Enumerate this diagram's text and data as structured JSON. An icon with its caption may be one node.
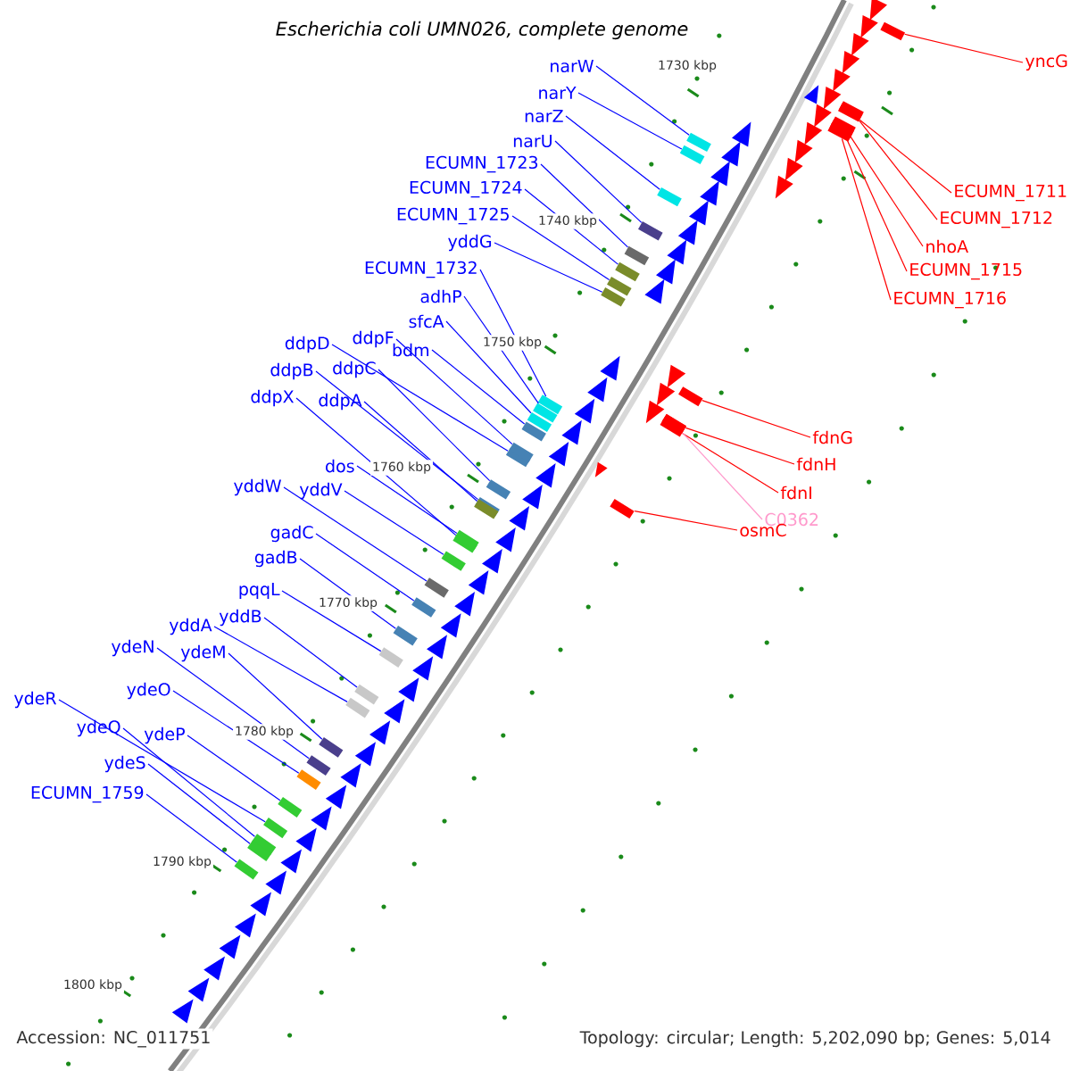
{
  "diagram": {
    "title": "Escherichia coli UMN026, complete genome",
    "nodes": [
      {
        "text": [
          "narW"
        ]
      },
      {
        "text": [
          "narY"
        ]
      },
      {
        "text": [
          "narZ"
        ]
      },
      {
        "text": [
          "narU"
        ]
      },
      {
        "text": [
          "ECUMN_1723"
        ]
      },
      {
        "text": [
          "ECUMN_1724"
        ]
      },
      {
        "text": [
          "ECUMN_1725"
        ]
      },
      {
        "text": [
          "yddG"
        ]
      },
      {
        "text": [
          "ECUMN_1732"
        ]
      },
      {
        "text": [
          "adhP"
        ]
      },
      {
        "text": [
          "sfcA"
        ]
      },
      {
        "text": [
          "bdm"
        ]
      },
      {
        "text": [
          "ddpD"
        ]
      },
      {
        "text": [
          "ddpF"
        ]
      },
      {
        "text": [
          "ddpB"
        ]
      },
      {
        "text": [
          "ddpC"
        ]
      },
      {
        "text": [
          "ddpX"
        ]
      },
      {
        "text": [
          "ddpA"
        ]
      },
      {
        "text": [
          "dos"
        ]
      },
      {
        "text": [
          "yddW"
        ]
      },
      {
        "text": [
          "yddV"
        ]
      },
      {
        "text": [
          "gadC"
        ]
      },
      {
        "text": [
          "gadB"
        ]
      },
      {
        "text": [
          "pqqL"
        ]
      },
      {
        "text": [
          "yddA"
        ]
      },
      {
        "text": [
          "yddB"
        ]
      },
      {
        "text": [
          "ydeN"
        ]
      },
      {
        "text": [
          "ydeM"
        ]
      },
      {
        "text": [
          "ydeO"
        ]
      },
      {
        "text": [
          "ydeR"
        ]
      },
      {
        "text": [
          "ydeQ"
        ]
      },
      {
        "text": [
          "ydeP"
        ]
      },
      {
        "text": [
          "ydeS"
        ]
      },
      {
        "text": [
          "ECUMN_1759"
        ]
      },
      {
        "text": [
          "yncG"
        ]
      },
      {
        "text": [
          "ECUMN_1711"
        ]
      },
      {
        "text": [
          "ECUMN_1712"
        ]
      },
      {
        "text": [
          "nhoA"
        ]
      },
      {
        "text": [
          "ECUMN_1715"
        ]
      },
      {
        "text": [
          "ECUMN_1716"
        ]
      },
      {
        "text": [
          "fdnG"
        ]
      },
      {
        "text": [
          "fdnH"
        ]
      },
      {
        "text": [
          "fdnI"
        ]
      },
      {
        "text": [
          "C0362"
        ]
      },
      {
        "text": [
          "osmC"
        ]
      },
      {
        "text": [],
        "shape": "box"
      },
      {
        "text": [],
        "shape": "box"
      },
      {
        "text": [],
        "shape": "box"
      },
      {
        "text": [],
        "shape": "box"
      },
      {
        "text": [],
        "shape": "box"
      },
      {
        "text": [],
        "shape": "box"
      },
      {
        "text": [],
        "shape": "box"
      },
      {
        "text": [],
        "shape": "box"
      },
      {
        "text": [],
        "shape": "box"
      },
      {
        "text": [],
        "shape": "box"
      },
      {
        "text": [],
        "shape": "box"
      },
      {
        "text": [],
        "shape": "box"
      },
      {
        "text": [],
        "shape": "box"
      },
      {
        "text": [],
        "shape": "box"
      },
      {
        "text": [],
        "shape": "box"
      },
      {
        "text": [],
        "shape": "box"
      },
      {
        "text": [],
        "shape": "box"
      },
      {
        "text": [],
        "shape": "box"
      },
      {
        "text": [],
        "shape": "box"
      },
      {
        "text": [],
        "shape": "box"
      },
      {
        "text": [],
        "shape": "box"
      },
      {
        "text": [],
        "shape": "box"
      },
      {
        "text": [],
        "shape": "box"
      },
      {
        "text": [],
        "shape": "box"
      },
      {
        "text": [],
        "shape": "box"
      },
      {
        "text": [],
        "shape": "box"
      },
      {
        "text": [],
        "shape": "box"
      },
      {
        "text": [],
        "shape": "box"
      },
      {
        "text": [],
        "shape": "box"
      },
      {
        "text": [],
        "shape": "box"
      },
      {
        "text": [],
        "shape": "box"
      },
      {
        "text": [],
        "shape": "box"
      },
      {
        "text": [],
        "shape": "box"
      },
      {
        "text": [],
        "shape": "box"
      },
      {
        "text": [],
        "shape": "box"
      },
      {
        "text": [],
        "shape": "box"
      },
      {
        "text": [],
        "shape": "box"
      },
      {
        "text": [],
        "shape": "box"
      },
      {
        "text": [],
        "shape": "box"
      },
      {
        "text": [],
        "shape": "box"
      },
      {
        "text": [],
        "shape": "box"
      },
      {
        "text": [],
        "shape": "box"
      },
      {
        "text": [],
        "shape": "box"
      },
      {
        "text": [],
        "shape": "box"
      },
      {
        "text": [],
        "shape": "box"
      }
    ],
    "edges": [
      {
        "from": 0,
        "to": 45,
        "arrow": "none"
      },
      {
        "from": 1,
        "to": 46,
        "arrow": "none"
      },
      {
        "from": 2,
        "to": 47,
        "arrow": "none"
      },
      {
        "from": 3,
        "to": 48,
        "arrow": "none"
      },
      {
        "from": 4,
        "to": 49,
        "arrow": "none"
      },
      {
        "from": 5,
        "to": 50,
        "arrow": "none"
      },
      {
        "from": 6,
        "to": 51,
        "arrow": "none"
      },
      {
        "from": 7,
        "to": 52,
        "arrow": "none"
      },
      {
        "from": 8,
        "to": 53,
        "arrow": "none"
      },
      {
        "from": 9,
        "to": 54,
        "arrow": "none"
      },
      {
        "from": 10,
        "to": 55,
        "arrow": "none"
      },
      {
        "from": 11,
        "to": 56,
        "arrow": "none"
      },
      {
        "from": 12,
        "to": 57,
        "arrow": "none"
      },
      {
        "from": 13,
        "to": 58,
        "arrow": "none"
      },
      {
        "from": 14,
        "to": 59,
        "arrow": "none"
      },
      {
        "from": 15,
        "to": 60,
        "arrow": "none"
      },
      {
        "from": 16,
        "to": 61,
        "arrow": "none"
      },
      {
        "from": 17,
        "to": 62,
        "arrow": "none"
      },
      {
        "from": 18,
        "to": 63,
        "arrow": "none"
      },
      {
        "from": 19,
        "to": 64,
        "arrow": "none"
      },
      {
        "from": 20,
        "to": 65,
        "arrow": "none"
      },
      {
        "from": 21,
        "to": 66,
        "arrow": "none"
      },
      {
        "from": 22,
        "to": 67,
        "arrow": "none"
      },
      {
        "from": 23,
        "to": 68,
        "arrow": "none"
      },
      {
        "from": 24,
        "to": 69,
        "arrow": "none"
      },
      {
        "from": 25,
        "to": 70,
        "arrow": "none"
      },
      {
        "from": 26,
        "to": 71,
        "arrow": "none"
      },
      {
        "from": 27,
        "to": 72,
        "arrow": "none"
      },
      {
        "from": 28,
        "to": 73,
        "arrow": "none"
      },
      {
        "from": 29,
        "to": 74,
        "arrow": "none"
      },
      {
        "from": 30,
        "to": 75,
        "arrow": "none"
      },
      {
        "from": 31,
        "to": 76,
        "arrow": "none"
      },
      {
        "from": 32,
        "to": 77,
        "arrow": "none"
      },
      {
        "from": 33,
        "to": 78,
        "arrow": "none"
      },
      {
        "from": 34,
        "to": 79,
        "arrow": "none",
        "color": "#ff0000"
      },
      {
        "from": 35,
        "to": 80,
        "arrow": "none",
        "color": "#ff0000"
      },
      {
        "from": 36,
        "to": 81,
        "arrow": "none",
        "color": "#ff0000"
      },
      {
        "from": 37,
        "to": 82,
        "arrow": "none",
        "color": "#ff0000"
      },
      {
        "from": 38,
        "to": 83,
        "arrow": "none",
        "color": "#ff0000"
      },
      {
        "from": 39,
        "to": 84,
        "arrow": "none",
        "color": "#ff0000"
      },
      {
        "from": 40,
        "to": 85,
        "arrow": "none",
        "color": "#ff0000"
      },
      {
        "from": 41,
        "to": 86,
        "arrow": "none",
        "color": "#ff0000"
      },
      {
        "from": 42,
        "to": 87,
        "arrow": "none",
        "color": "#ff0000"
      },
      {
        "from": 43,
        "to": 88,
        "arrow": "none",
        "color": "#ff99cc"
      },
      {
        "from": 44,
        "to": 89,
        "arrow": "none",
        "color": "#ff0000"
      }
    ],
    "labels": [
      "1730 kbp",
      "1740 kbp",
      "1750 kbp",
      "1760 kbp",
      "1770 kbp",
      "1780 kbp",
      "1790 kbp",
      "1800 kbp",
      "Accession: NC_011751",
      "Topology: circular; Length: 5,202,090 bp; Genes: 5,014"
    ]
  }
}
